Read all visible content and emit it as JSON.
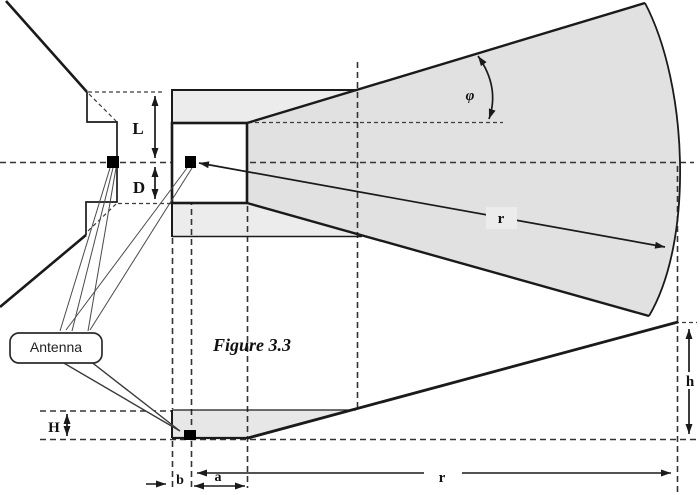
{
  "figure": {
    "caption": "Figure 3.3"
  },
  "callout": {
    "label": "Antenna"
  },
  "dimensions": {
    "L": "L",
    "D": "D",
    "phi": "φ",
    "r_top": "r",
    "H": "H",
    "h": "h",
    "b": "b",
    "a": "a",
    "r_bottom": "r"
  },
  "colors": {
    "band_gray": "#ececec",
    "beam_sector_gray": "#e1e1e1",
    "side_view_gray": "#e7e7e7",
    "label_chip_gray": "#ececec",
    "line_black": "#1a1a1a"
  }
}
